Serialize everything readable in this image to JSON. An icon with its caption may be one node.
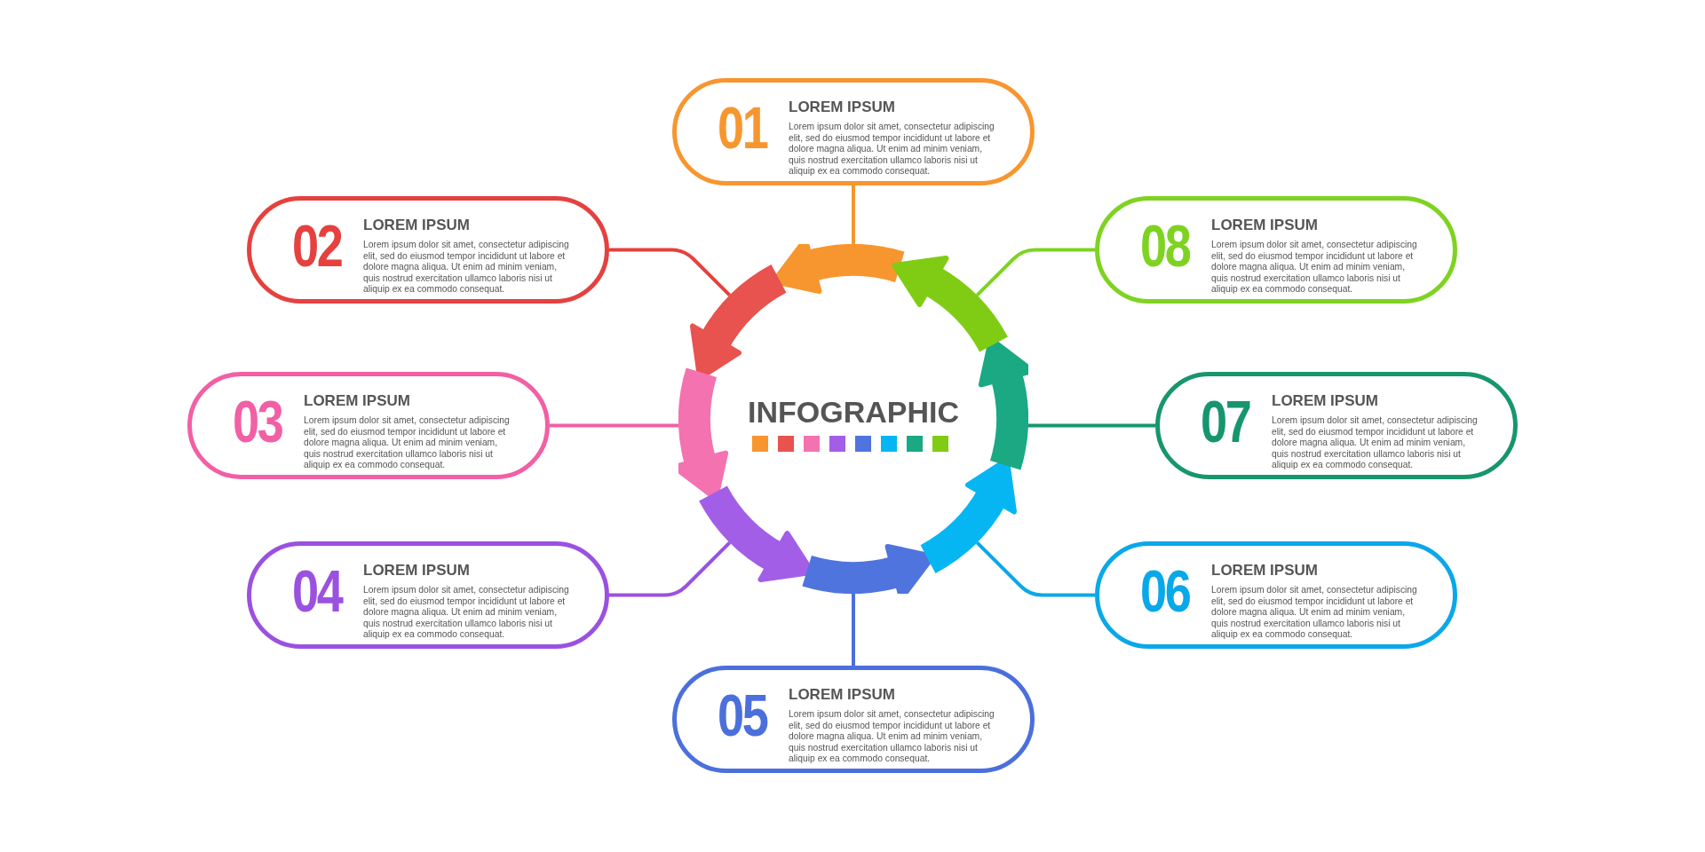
{
  "diagram": {
    "nodes": [
      {
        "text": [
          "INFOGRAPHIC"
        ]
      },
      {
        "text": [
          "01",
          "LOREM IPSUM",
          "Lorem ipsum dolor sit amet, consectetur adipiscing elit, sed do eiusmod tempor incididunt ut labore et dolore magna aliqua. Ut enim ad minim veniam, quis nostrud exercitation ullamco laboris nisi ut aliquip ex ea commodo consequat."
        ]
      },
      {
        "text": [
          "02",
          "LOREM IPSUM",
          "Lorem ipsum dolor sit amet, consectetur adipiscing elit, sed do eiusmod tempor incididunt ut labore et dolore magna aliqua. Ut enim ad minim veniam, quis nostrud exercitation ullamco laboris nisi ut aliquip ex ea commodo consequat."
        ]
      },
      {
        "text": [
          "08",
          "LOREM IPSUM",
          "Lorem ipsum dolor sit amet, consectetur adipiscing elit, sed do eiusmod tempor incididunt ut labore et dolore magna aliqua. Ut enim ad minim veniam, quis nostrud exercitation ullamco laboris nisi ut aliquip ex ea commodo consequat."
        ]
      },
      {
        "text": [
          "03",
          "LOREM IPSUM",
          "Lorem ipsum dolor sit amet, consectetur adipiscing elit, sed do eiusmod tempor incididunt ut labore et dolore magna aliqua. Ut enim ad minim veniam, quis nostrud exercitation ullamco laboris nisi ut aliquip ex ea commodo consequat."
        ]
      },
      {
        "text": [
          "07",
          "LOREM IPSUM",
          "Lorem ipsum dolor sit amet, consectetur adipiscing elit, sed do eiusmod tempor incididunt ut labore et dolore magna aliqua. Ut enim ad minim veniam, quis nostrud exercitation ullamco laboris nisi ut aliquip ex ea commodo consequat."
        ]
      },
      {
        "text": [
          "04",
          "LOREM IPSUM",
          "Lorem ipsum dolor sit amet, consectetur adipiscing elit, sed do eiusmod tempor incididunt ut labore et dolore magna aliqua. Ut enim ad minim veniam, quis nostrud exercitation ullamco laboris nisi ut aliquip ex ea commodo consequat."
        ]
      },
      {
        "text": [
          "06",
          "LOREM IPSUM",
          "Lorem ipsum dolor sit amet, consectetur adipiscing elit, sed do eiusmod tempor incididunt ut labore et dolore magna aliqua. Ut enim ad minim veniam, quis nostrud exercitation ullamco laboris nisi ut aliquip ex ea commodo consequat."
        ]
      },
      {
        "text": [
          "05",
          "LOREM IPSUM",
          "Lorem ipsum dolor sit amet, consectetur adipiscing elit, sed do eiusmod tempor incididunt ut labore et dolore magna aliqua. Ut enim ad minim veniam, quis nostrud exercitation ullamco laboris nisi ut aliquip ex ea commodo consequat."
        ]
      }
    ],
    "edges": [
      {
        "from": 1,
        "to": 0,
        "arrow": "none",
        "color": "#f7962f"
      },
      {
        "from": 2,
        "to": 0,
        "arrow": "none",
        "color": "#e5413f"
      },
      {
        "from": 3,
        "to": 0,
        "arrow": "none",
        "color": "#7ed321"
      },
      {
        "from": 4,
        "to": 0,
        "arrow": "none",
        "color": "#f25fa5"
      },
      {
        "from": 5,
        "to": 0,
        "arrow": "none",
        "color": "#17966e"
      },
      {
        "from": 6,
        "to": 0,
        "arrow": "none",
        "color": "#9b51e0"
      },
      {
        "from": 7,
        "to": 0,
        "arrow": "none",
        "color": "#0aa8e8"
      },
      {
        "from": 8,
        "to": 0,
        "arrow": "none",
        "color": "#4b6fdc"
      }
    ]
  }
}
